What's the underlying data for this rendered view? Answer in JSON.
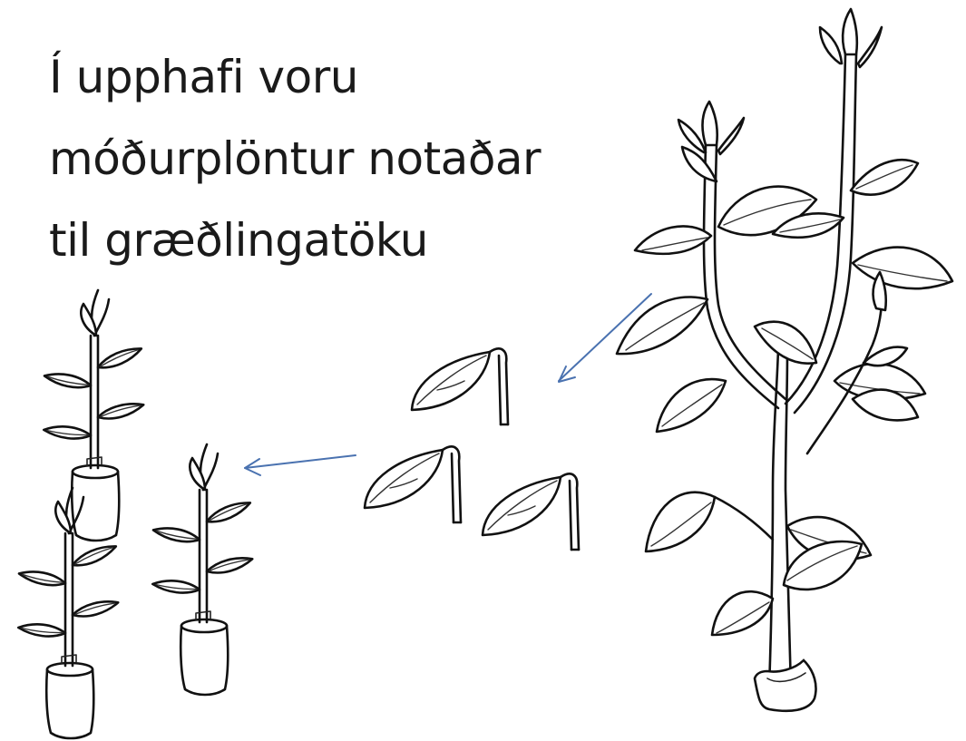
{
  "heading": {
    "lines": [
      "Í upphafi voru",
      "móðurplöntur notaðar",
      "til græðlingatöku"
    ]
  },
  "illustration": {
    "mother_plant": "mother-plant-drawing",
    "cuttings_count": 3,
    "rooted_plugs_count": 3,
    "arrow_color": "#4a72b0"
  }
}
